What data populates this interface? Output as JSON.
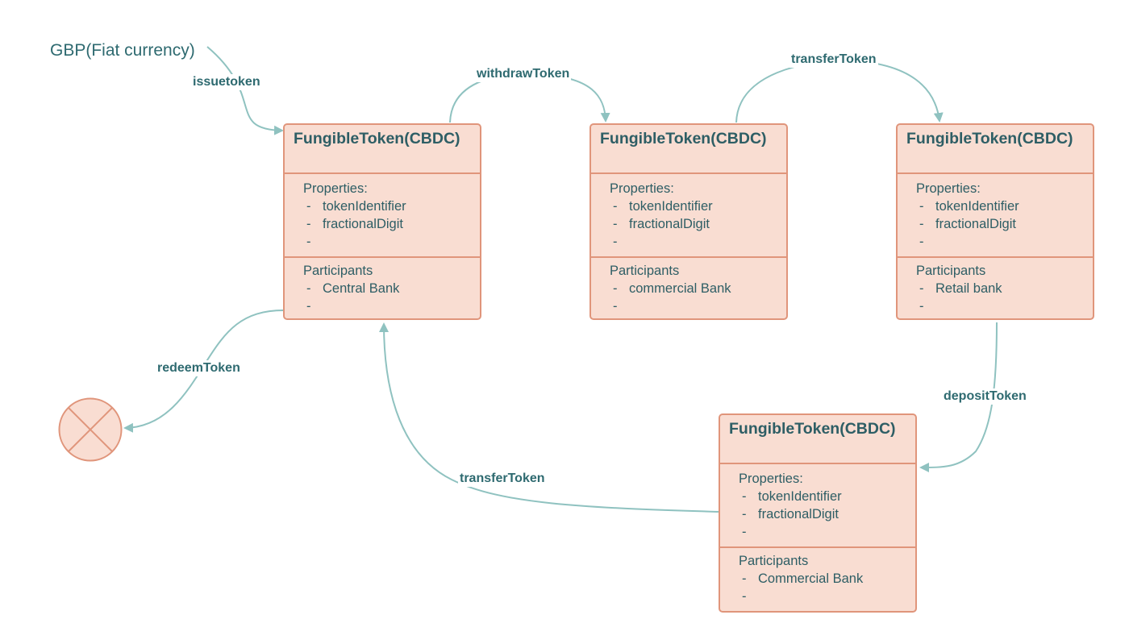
{
  "start_label": "GBP(Fiat currency)",
  "edges": {
    "issue": "issuetoken",
    "withdraw": "withdrawToken",
    "transfer_top": "transferToken",
    "redeem": "redeemToken",
    "deposit": "depositToken",
    "transfer_bottom": "transferToken"
  },
  "boxes": [
    {
      "title": "FungibleToken(CBDC)",
      "props_label": "Properties:",
      "props": [
        "tokenIdentifier",
        "fractionalDigit",
        ""
      ],
      "parts_label": "Participants",
      "parts": [
        "Central Bank",
        ""
      ]
    },
    {
      "title": "FungibleToken(CBDC)",
      "props_label": "Properties:",
      "props": [
        "tokenIdentifier",
        "fractionalDigit",
        ""
      ],
      "parts_label": "Participants",
      "parts": [
        "commercial Bank",
        ""
      ]
    },
    {
      "title": "FungibleToken(CBDC)",
      "props_label": "Properties:",
      "props": [
        "tokenIdentifier",
        "fractionalDigit",
        ""
      ],
      "parts_label": "Participants",
      "parts": [
        "Retail bank",
        ""
      ]
    },
    {
      "title": "FungibleToken(CBDC)",
      "props_label": "Properties:",
      "props": [
        "tokenIdentifier",
        "fractionalDigit",
        ""
      ],
      "parts_label": "Participants",
      "parts": [
        "Commercial Bank",
        ""
      ]
    }
  ],
  "dash": "-",
  "colors": {
    "line": "#8fc2c0",
    "box_fill": "#f9ddd2",
    "box_border": "#e0957b",
    "text": "#2e5e65"
  }
}
